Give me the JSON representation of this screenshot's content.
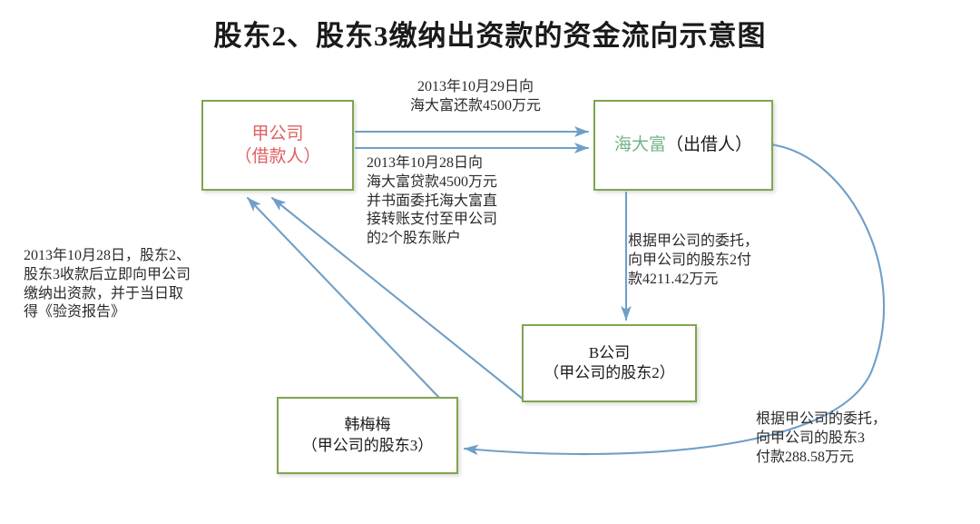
{
  "title": "股东2、股东3缴纳出资款的资金流向示意图",
  "theme": {
    "box_border": "#80a550",
    "arrow": "#6f9fc8",
    "jia_text": "#e0605f",
    "hai_name": "#74b48a",
    "body_text": "#2b2b2b",
    "background": "#ffffff"
  },
  "nodes": {
    "jia": {
      "name": "甲公司",
      "role": "（借款人）"
    },
    "hai": {
      "name": "海大富",
      "role": "（出借人）"
    },
    "b_company": {
      "name": "B公司",
      "role": "（甲公司的股东2）"
    },
    "han": {
      "name": "韩梅梅",
      "role": "（甲公司的股东3）"
    }
  },
  "labels": {
    "repayment": "2013年10月29日向\n海大富还款4500万元",
    "loan": "2013年10月28日向\n海大富贷款4500万元\n并书面委托海大富直\n接转账支付至甲公司\n的2个股东账户",
    "contribution": "2013年10月28日，股东2、\n股东3收款后立即向甲公司\n缴纳出资款，并于当日取\n得《验资报告》",
    "pay_shareholder2": "根据甲公司的委托，\n向甲公司的股东2付\n款4211.42万元",
    "pay_shareholder3": "根据甲公司的委托，\n向甲公司的股东3\n付款288.58万元"
  },
  "arrows": [
    {
      "id": "jia-to-hai-repay",
      "from": "甲公司",
      "to": "海大富",
      "label": "repayment"
    },
    {
      "id": "jia-to-hai-loan",
      "from": "甲公司",
      "to": "海大富",
      "label": "loan"
    },
    {
      "id": "hai-to-b",
      "from": "海大富",
      "to": "B公司",
      "label": "pay_shareholder2"
    },
    {
      "id": "hai-to-han",
      "from": "海大富",
      "to": "韩梅梅",
      "label": "pay_shareholder3"
    },
    {
      "id": "b-to-jia",
      "from": "B公司",
      "to": "甲公司",
      "label": "contribution"
    },
    {
      "id": "han-to-jia",
      "from": "韩梅梅",
      "to": "甲公司",
      "label": "contribution"
    }
  ]
}
